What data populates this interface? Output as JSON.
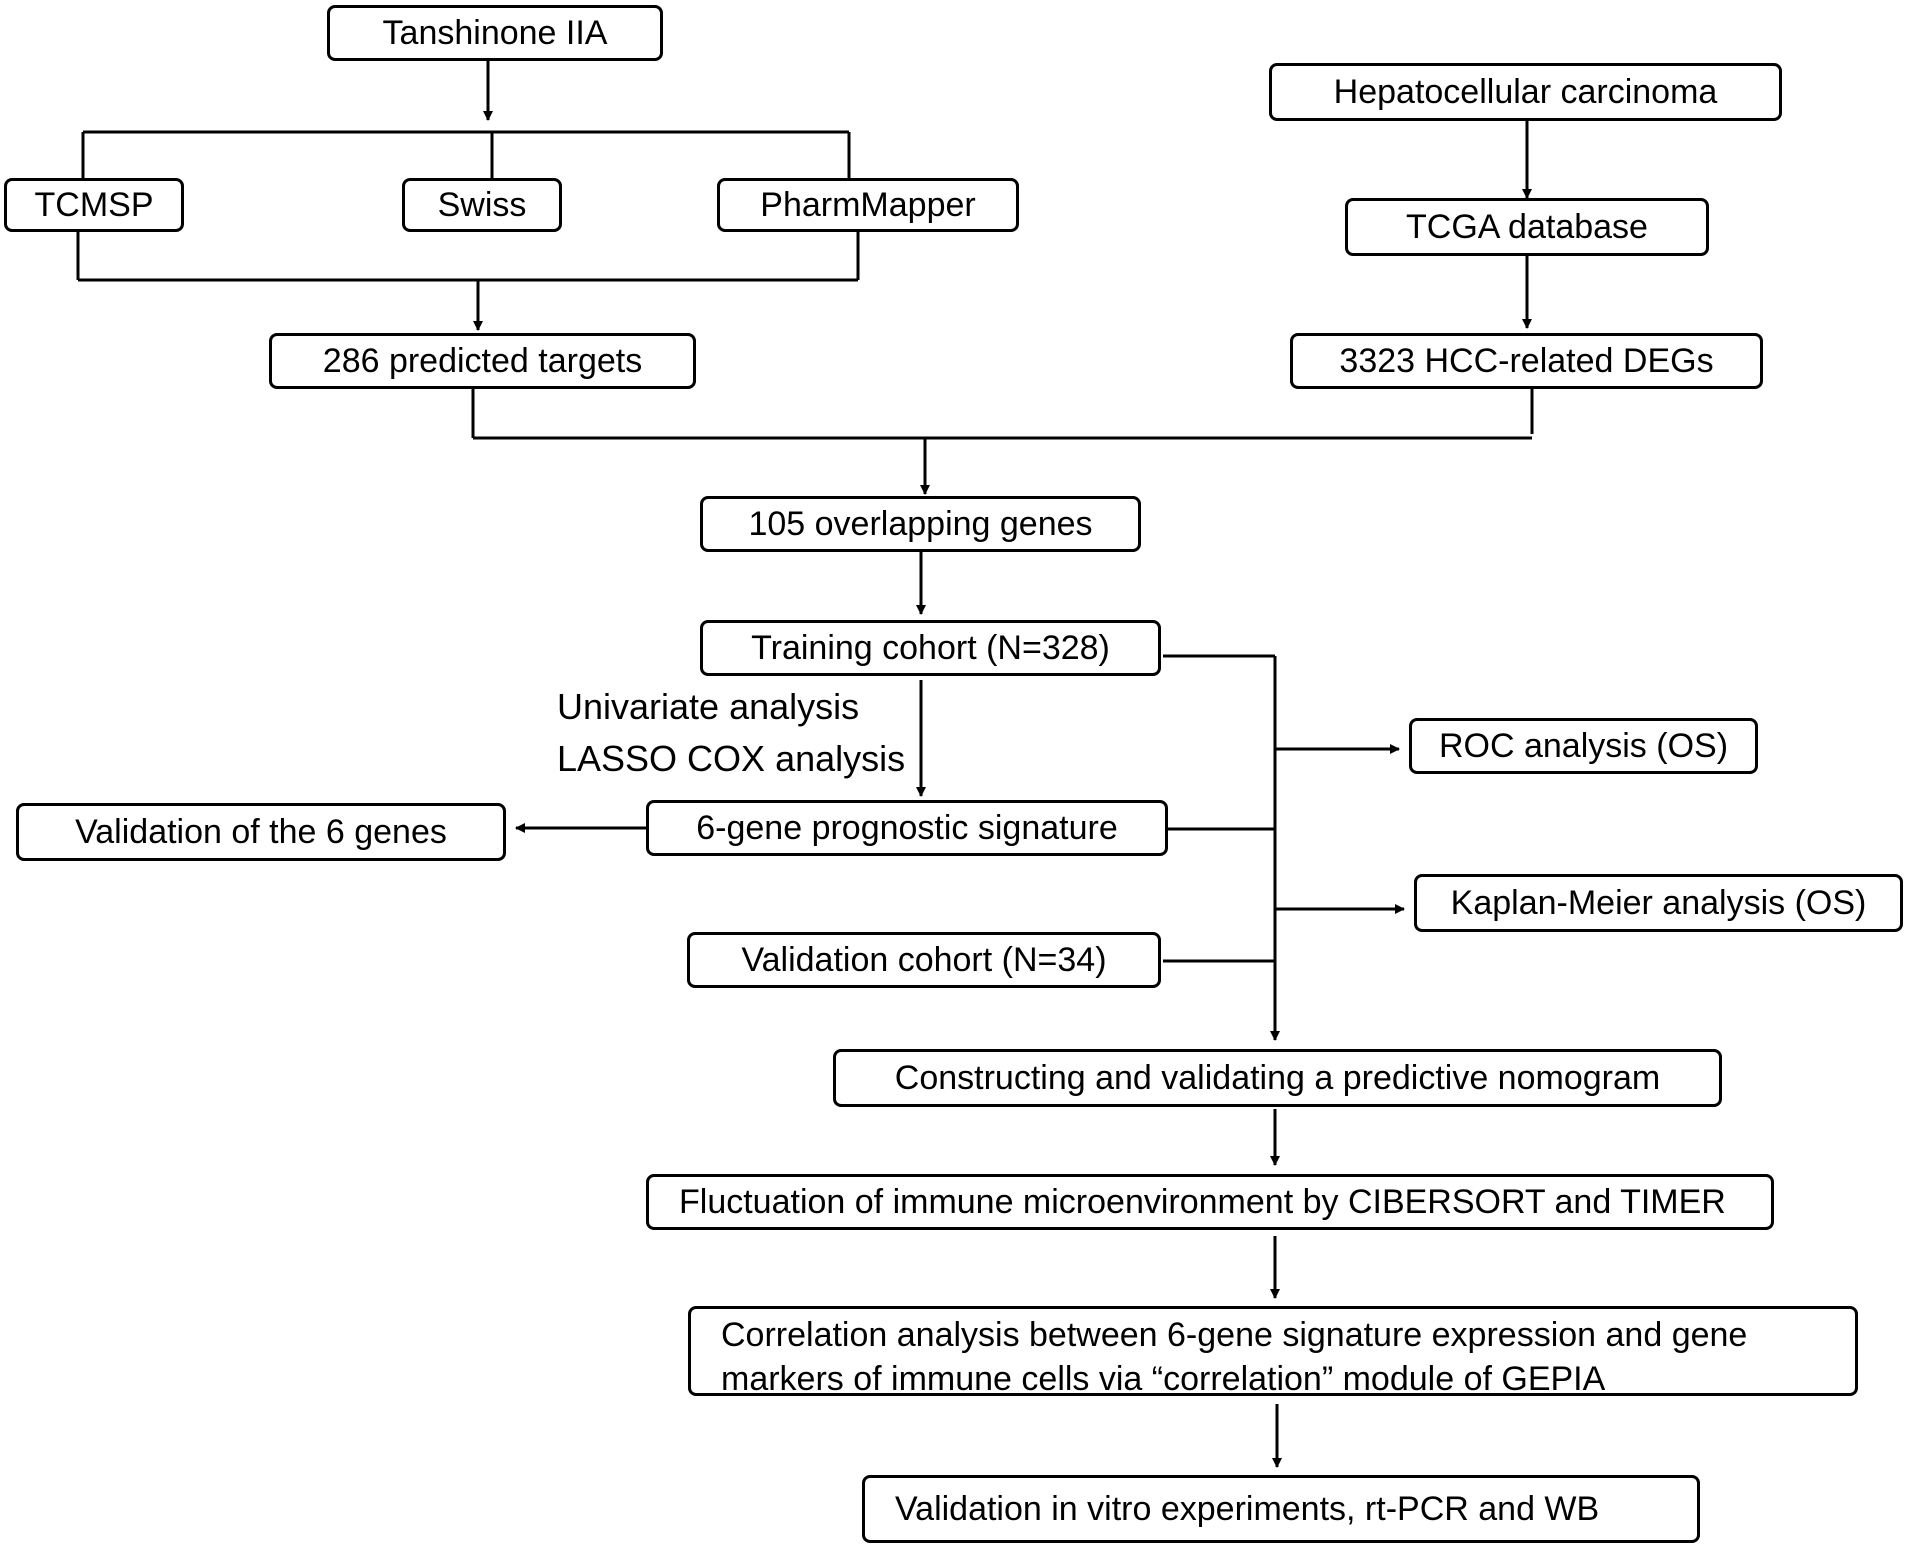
{
  "diagram": {
    "boxes": {
      "tanshinone": "Tanshinone IIA",
      "tcmsp": "TCMSP",
      "swiss": "Swiss",
      "pharmmapper": "PharmMapper",
      "predicted_targets": "286 predicted targets",
      "hcc": "Hepatocellular carcinoma",
      "tcga": "TCGA  database",
      "degs": "3323 HCC-related DEGs",
      "overlapping": "105  overlapping genes",
      "training": "Training cohort (N=328)",
      "signature": "6-gene prognostic signature",
      "validation_genes": "Validation of the 6 genes",
      "validation_cohort": "Validation cohort (N=34)",
      "roc": "ROC analysis (OS)",
      "km": "Kaplan-Meier analysis (OS)",
      "nomogram": "Constructing and validating a predictive nomogram",
      "immune": "Fluctuation of immune microenvironment  by CIBERSORT  and TIMER",
      "correlation_line1": "Correlation analysis between 6-gene signature expression and gene",
      "correlation_line2": "markers  of immune cells via “correlation” module of GEPIA",
      "in_vitro": "Validation in vitro experiments, rt-PCR and WB"
    },
    "labels": {
      "univariate": "Univariate analysis",
      "lasso": "LASSO COX analysis"
    }
  }
}
